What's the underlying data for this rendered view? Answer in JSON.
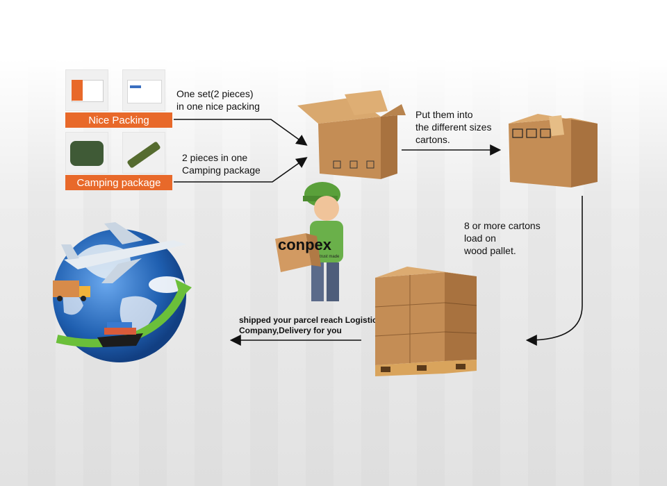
{
  "packing": {
    "nice_label": "Nice Packing",
    "camping_label": "Camping package",
    "nice_text_1": "One set(2 pieces)",
    "nice_text_2": "in one nice packing",
    "camping_text_1": "2 pieces in one",
    "camping_text_2": "Camping package"
  },
  "steps": {
    "cartons_1": "Put them into",
    "cartons_2": "the different sizes",
    "cartons_3": "cartons.",
    "pallet_1": "8 or more cartons",
    "pallet_2": "load on",
    "pallet_3": "wood pallet.",
    "ship_1": "shipped your parcel reach Logistics",
    "ship_2": "Company,Delivery for you"
  },
  "brand": {
    "name": "conpex",
    "tagline": "trust made"
  },
  "colors": {
    "orange": "#e8692a",
    "cardboard": "#c9935a",
    "green": "#5a9a3a",
    "globe": "#1f5fb0"
  }
}
